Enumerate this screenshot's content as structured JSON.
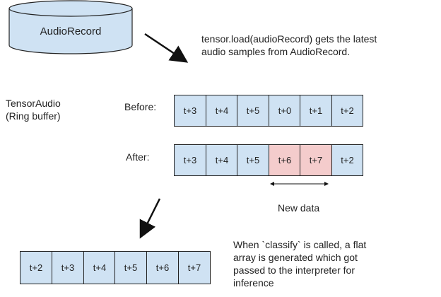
{
  "colors": {
    "cell_fill": "#cfe2f3",
    "new_cell_fill": "#f4cccc",
    "stroke": "#222222"
  },
  "audio_record": {
    "label": "AudioRecord"
  },
  "load_note": {
    "lines": [
      "tensor.load(audioRecord) gets the latest",
      "audio samples from AudioRecord."
    ]
  },
  "tensor_audio": {
    "lines": [
      "TensorAudio",
      "(Ring buffer)"
    ]
  },
  "before": {
    "label": "Before:",
    "cells": [
      {
        "text": "t+3",
        "new": false
      },
      {
        "text": "t+4",
        "new": false
      },
      {
        "text": "t+5",
        "new": false
      },
      {
        "text": "t+0",
        "new": false
      },
      {
        "text": "t+1",
        "new": false
      },
      {
        "text": "t+2",
        "new": false
      }
    ]
  },
  "after": {
    "label": "After:",
    "cells": [
      {
        "text": "t+3",
        "new": false
      },
      {
        "text": "t+4",
        "new": false
      },
      {
        "text": "t+5",
        "new": false
      },
      {
        "text": "t+6",
        "new": true
      },
      {
        "text": "t+7",
        "new": true
      },
      {
        "text": "t+2",
        "new": false
      }
    ]
  },
  "new_data": {
    "label": "New data"
  },
  "flat_array": {
    "cells": [
      "t+2",
      "t+3",
      "t+4",
      "t+5",
      "t+6",
      "t+7"
    ]
  },
  "classify_note": {
    "lines": [
      "When `classify` is called, a flat",
      "array is generated which got",
      "passed to the interpreter for",
      "inference"
    ]
  }
}
